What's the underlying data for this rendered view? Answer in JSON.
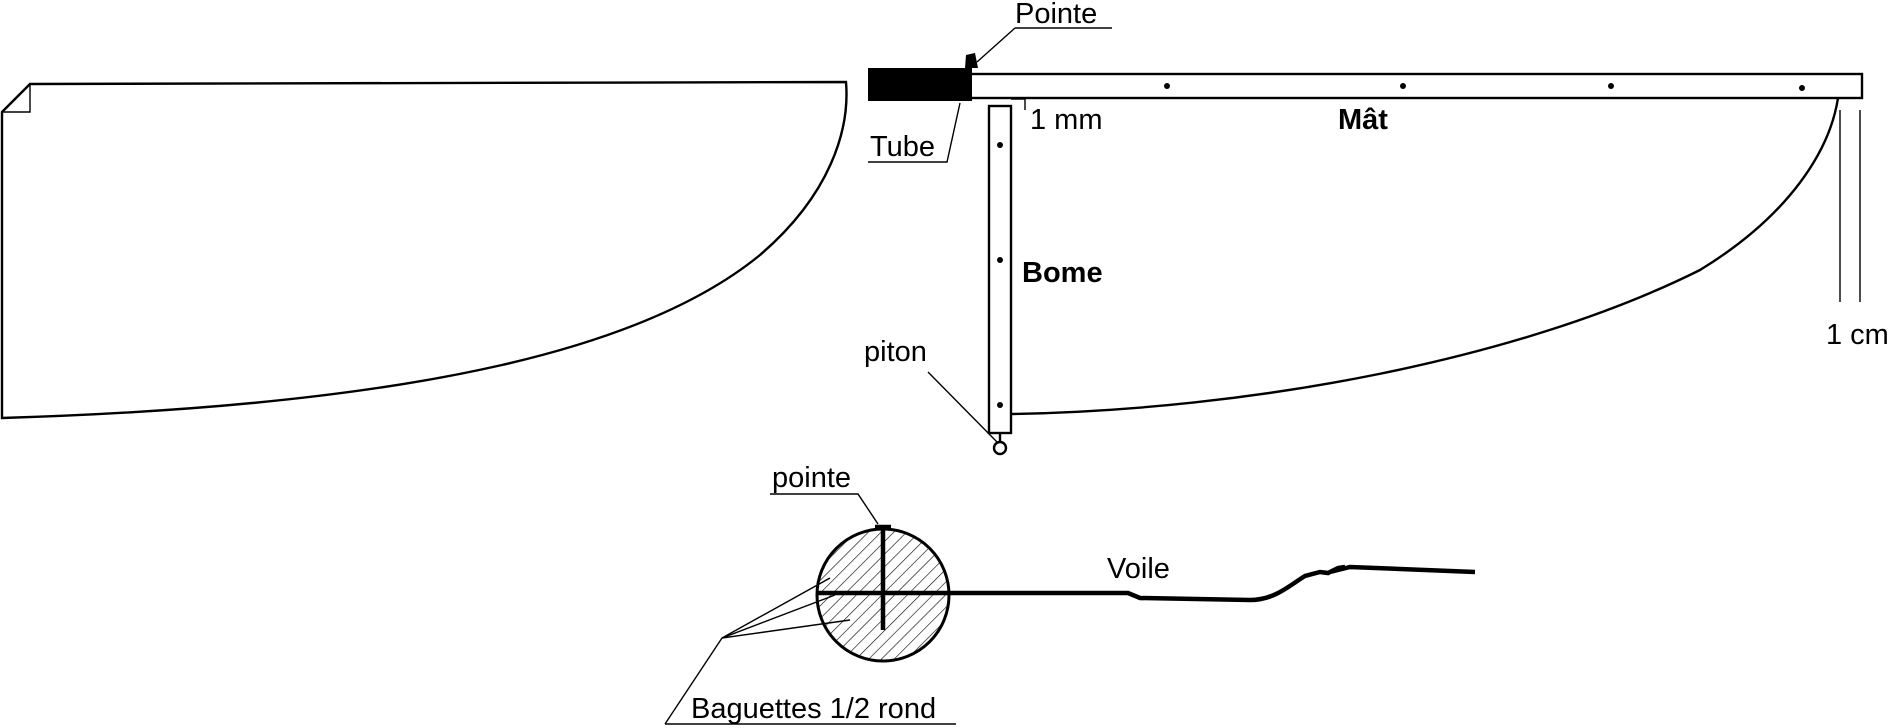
{
  "labels": {
    "pointe_top": "Pointe",
    "tube": "Tube",
    "mm": "1 mm",
    "mat": "Mât",
    "bome": "Bome",
    "cm": "1 cm",
    "piton": "piton",
    "pointe_bottom": "pointe",
    "voile": "Voile",
    "baguettes": "Baguettes 1/2 rond"
  },
  "colors": {
    "ink": "#000000",
    "paper": "#ffffff"
  }
}
